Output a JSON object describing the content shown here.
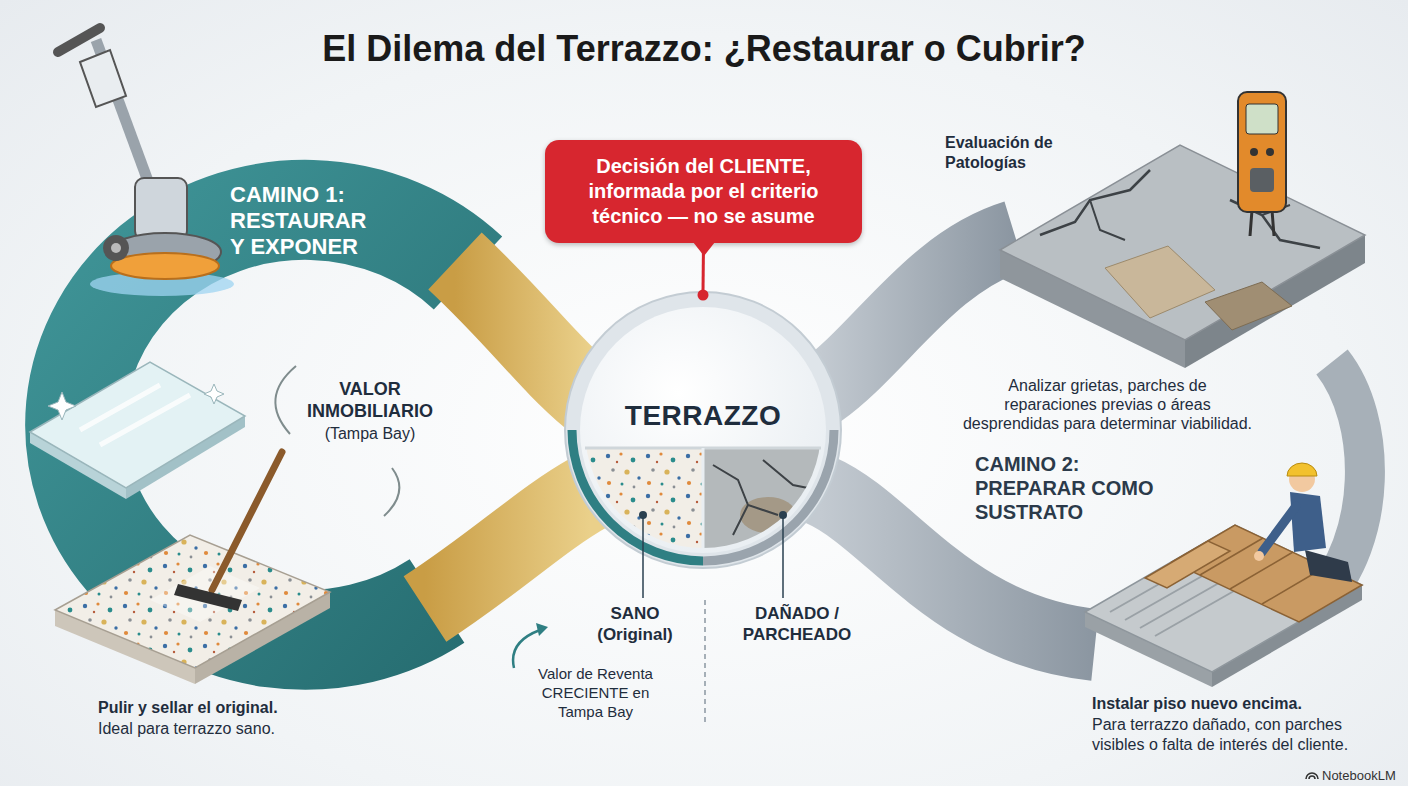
{
  "diagram": {
    "title": "El Dilema del Terrazzo: ¿Restaurar o Cubrir?",
    "nodes": [
      {
        "text": [
          "Decisión del CLIENTE, informada por el criterio técnico — no se asume"
        ]
      },
      {
        "text": [
          "TERRAZZO"
        ]
      }
    ],
    "edges": [
      {
        "from": 0,
        "to": 1,
        "arrow": "none"
      }
    ],
    "labels": [
      "CAMINO 1: RESTAURAR Y EXPONER",
      "VALOR INMOBILIARIO",
      "(Tampa Bay)",
      "Pulir y sellar el original.",
      "Ideal para terrazzo sano.",
      "SANO (Original)",
      "Valor de Reventa CRECIENTE en Tampa Bay",
      "DAÑADO / PARCHEADO",
      "Evaluación de Patologías",
      "Analizar grietas, parches de reparaciones previas o áreas desprendidas para determinar viabilidad.",
      "CAMINO 2: PREPARAR COMO SUSTRATO",
      "Instalar piso nuevo encima.",
      "Para terrazzo dañado, con parches visibles o falta de interés del cliente.",
      "NotebookLM"
    ]
  }
}
